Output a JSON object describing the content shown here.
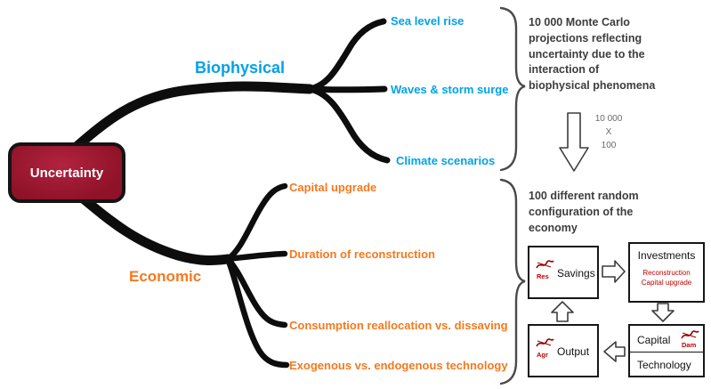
{
  "root": {
    "label": "Uncertainty"
  },
  "biophysical": {
    "label": "Biophysical",
    "children": [
      "Sea level rise",
      "Waves & storm surge",
      "Climate scenarios"
    ]
  },
  "economic": {
    "label": "Economic",
    "children": [
      "Capital upgrade",
      "Duration of reconstruction",
      "Consumption reallocation vs. dissaving",
      "Exogenous vs. endogenous technology"
    ]
  },
  "annotations": {
    "monte_carlo": "10 000 Monte Carlo projections reflecting uncertainty due to the interaction of biophysical phenomena",
    "multiplier_top": "10 000",
    "multiplier_mid": "X",
    "multiplier_bottom": "100",
    "economy": "100 different random configuration of the economy"
  },
  "flow": {
    "savings_label": "Savings",
    "savings_icon": "Res",
    "investments_label": "Investments",
    "investments_sub1": "Reconstruction",
    "investments_sub2": "Capital upgrade",
    "output_label": "Output",
    "output_icon": "Agr",
    "capital_label": "Capital",
    "capital_icon": "Dam",
    "technology_label": "Technology"
  },
  "colors": {
    "biophysical_blue": "#00a2e8",
    "economic_orange": "#f4791f",
    "root_fill": "#9b1b30",
    "branch_black": "#0d0d0d",
    "red_text": "#c00000"
  }
}
